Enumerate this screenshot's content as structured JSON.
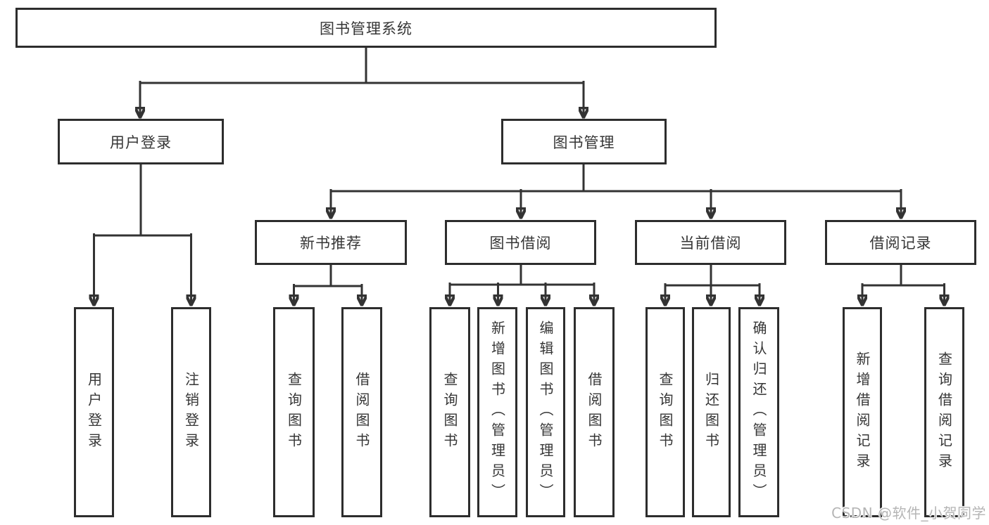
{
  "colors": {
    "line": "#333333",
    "box_border": "#2d2d2d",
    "text": "#363636",
    "background": "#ffffff",
    "watermark": "#b5b5b5"
  },
  "watermark": {
    "text": "CSDN @软件_小贺同学"
  },
  "structure": [
    {
      "label": "图书管理系统",
      "children": [
        {
          "label": "用户登录",
          "children": [
            {
              "label": "用户登录"
            },
            {
              "label": "注销登录"
            }
          ]
        },
        {
          "label": "图书管理",
          "children": [
            {
              "label": "新书推荐",
              "children": [
                {
                  "label": "查询图书"
                },
                {
                  "label": "借阅图书"
                }
              ]
            },
            {
              "label": "图书借阅",
              "children": [
                {
                  "label": "查询图书"
                },
                {
                  "label": "新增图书（管理员）"
                },
                {
                  "label": "编辑图书（管理员）"
                },
                {
                  "label": "借阅图书"
                }
              ]
            },
            {
              "label": "当前借阅",
              "children": [
                {
                  "label": "查询图书"
                },
                {
                  "label": "归还图书"
                },
                {
                  "label": "确认归还（管理员）"
                }
              ]
            },
            {
              "label": "借阅记录",
              "children": [
                {
                  "label": "新增借阅记录"
                },
                {
                  "label": "查询借阅记录"
                }
              ]
            }
          ]
        }
      ]
    }
  ]
}
